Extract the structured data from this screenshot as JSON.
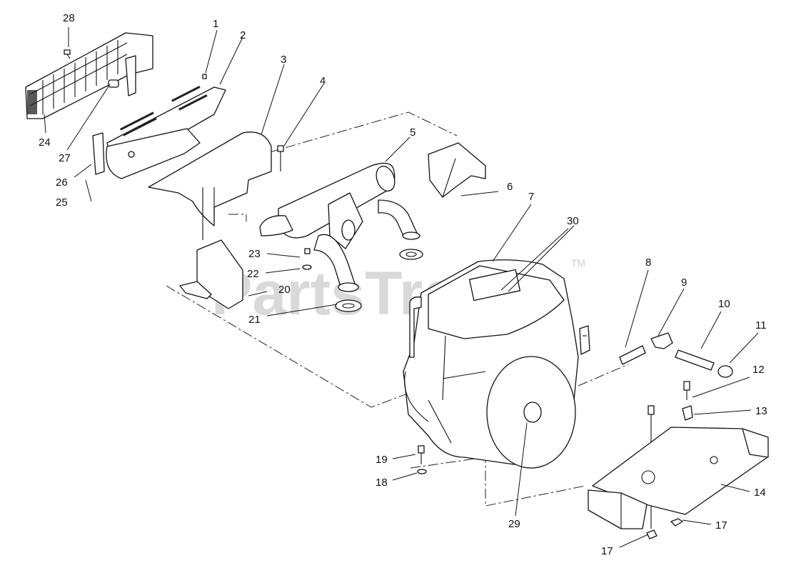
{
  "watermark": {
    "text": "PartsTree",
    "trademark": "TM"
  },
  "callouts": [
    {
      "id": "c1",
      "label": "1"
    },
    {
      "id": "c2",
      "label": "2"
    },
    {
      "id": "c3",
      "label": "3"
    },
    {
      "id": "c4",
      "label": "4"
    },
    {
      "id": "c5",
      "label": "5"
    },
    {
      "id": "c6",
      "label": "6"
    },
    {
      "id": "c7",
      "label": "7"
    },
    {
      "id": "c8",
      "label": "8"
    },
    {
      "id": "c9",
      "label": "9"
    },
    {
      "id": "c10",
      "label": "10"
    },
    {
      "id": "c11",
      "label": "11"
    },
    {
      "id": "c12",
      "label": "12"
    },
    {
      "id": "c13",
      "label": "13"
    },
    {
      "id": "c14",
      "label": "14"
    },
    {
      "id": "c17a",
      "label": "17"
    },
    {
      "id": "c17b",
      "label": "17"
    },
    {
      "id": "c18",
      "label": "18"
    },
    {
      "id": "c19",
      "label": "19"
    },
    {
      "id": "c20",
      "label": "20"
    },
    {
      "id": "c21",
      "label": "21"
    },
    {
      "id": "c22",
      "label": "22"
    },
    {
      "id": "c23",
      "label": "23"
    },
    {
      "id": "c24",
      "label": "24"
    },
    {
      "id": "c25",
      "label": "25"
    },
    {
      "id": "c26",
      "label": "26"
    },
    {
      "id": "c27",
      "label": "27"
    },
    {
      "id": "c28",
      "label": "28"
    },
    {
      "id": "c29",
      "label": "29"
    },
    {
      "id": "c30",
      "label": "30"
    }
  ]
}
